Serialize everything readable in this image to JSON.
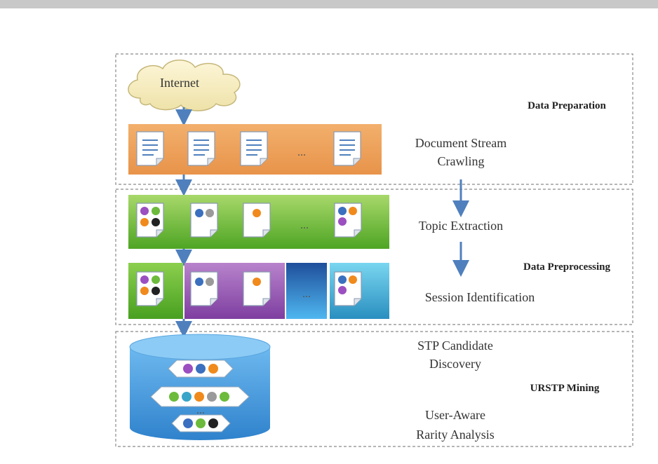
{
  "sections": {
    "data_preparation": "Data Preparation",
    "data_preprocessing": "Data Preprocessing",
    "urstp_mining": "URSTP  Mining"
  },
  "cloud_label": "Internet",
  "steps": {
    "crawl_line1": "Document Stream",
    "crawl_line2": "Crawling",
    "topic": "Topic Extraction",
    "session": "Session Identification",
    "stp_line1": "STP Candidate",
    "stp_line2": "Discovery",
    "rarity_line1": "User-Aware",
    "rarity_line2": "Rarity Analysis"
  },
  "ellipsis": "...",
  "colors": {
    "orange_band": "#f0a45e",
    "green_band": "#6cbf2f",
    "purple_band": "#9a54b4",
    "blue_band": "#3f9fda",
    "teal_band": "#3a9ed0",
    "arrow": "#4f80bd",
    "cylinder": "#4aa0e0",
    "dash_border": "#8a8a8a",
    "dot_purple": "#9b4fc0",
    "dot_green": "#6cbb3c",
    "dot_orange": "#f08a1c",
    "dot_black": "#222222",
    "dot_blue": "#3b6fbf",
    "dot_gray": "#9a9a9a",
    "dot_teal": "#39a5c8"
  }
}
